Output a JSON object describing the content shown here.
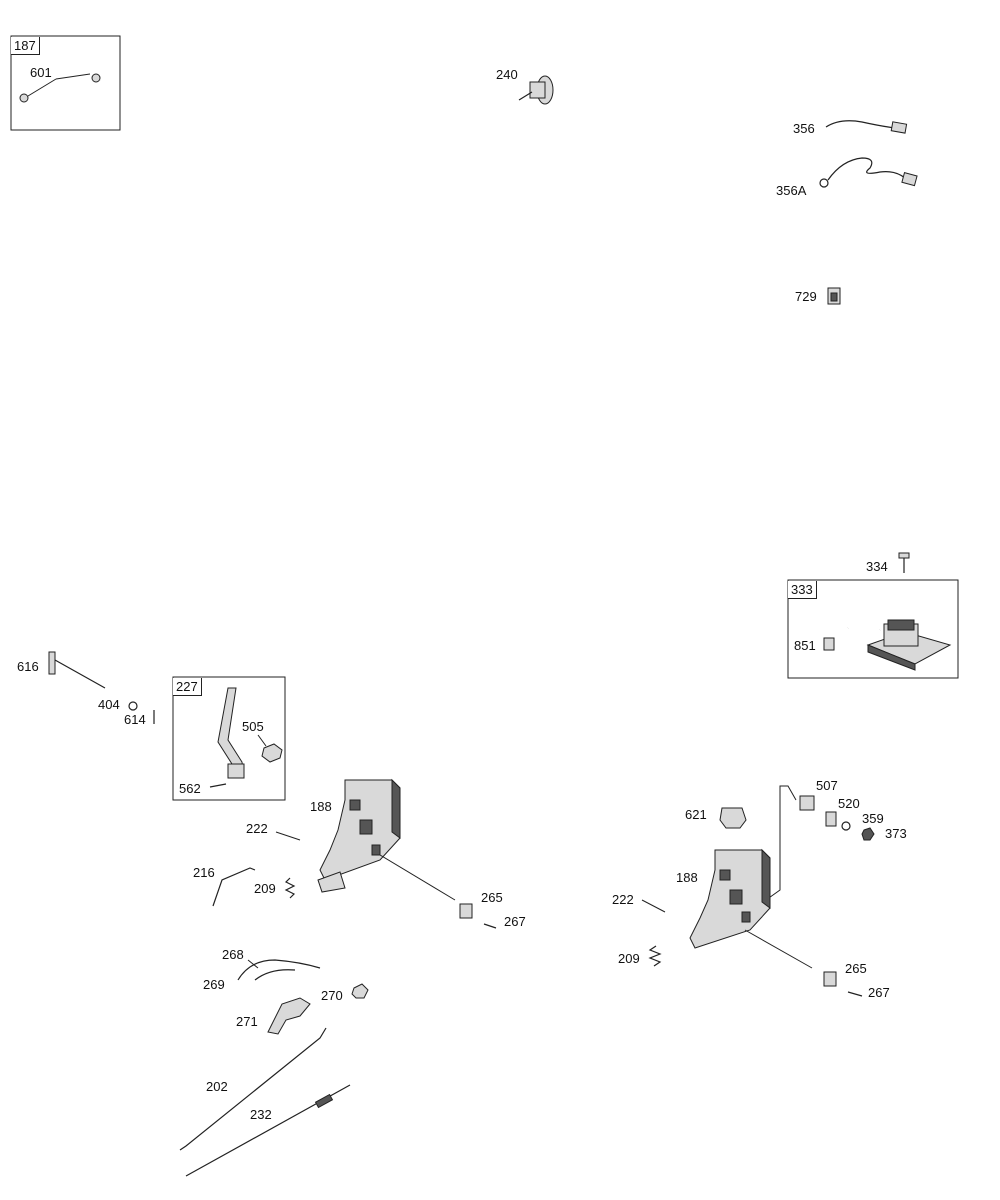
{
  "boxes": {
    "b187": "187",
    "b227": "227",
    "b333": "333"
  },
  "labels": {
    "l601": "601",
    "l240": "240",
    "l356": "356",
    "l356A": "356A",
    "l729": "729",
    "l334": "334",
    "l851": "851",
    "l616": "616",
    "l404": "404",
    "l614": "614",
    "l505": "505",
    "l562": "562",
    "l188a": "188",
    "l222a": "222",
    "l216": "216",
    "l209a": "209",
    "l265a": "265",
    "l267a": "267",
    "l268": "268",
    "l269": "269",
    "l270": "270",
    "l271": "271",
    "l202": "202",
    "l232": "232",
    "l507": "507",
    "l621": "621",
    "l520": "520",
    "l359": "359",
    "l373": "373",
    "l188b": "188",
    "l222b": "222",
    "l209b": "209",
    "l265b": "265",
    "l267b": "267"
  }
}
